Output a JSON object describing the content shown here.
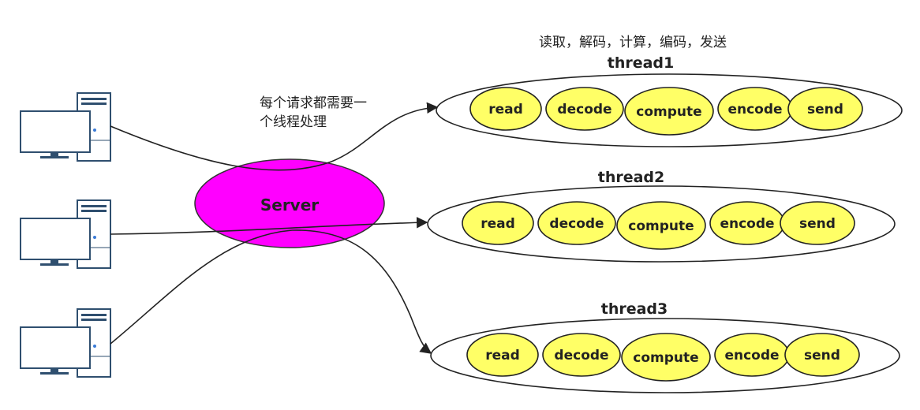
{
  "top_note": "读取，解码，计算，编码，发送",
  "request_note_line1": "每个请求都需要一",
  "request_note_line2": "个线程处理",
  "server": {
    "label": "Server",
    "fill": "#ff00ff"
  },
  "stage_fill": "#ffff66",
  "threads": [
    {
      "title": "thread1",
      "stages": [
        "read",
        "decode",
        "compute",
        "encode",
        "send"
      ]
    },
    {
      "title": "thread2",
      "stages": [
        "read",
        "decode",
        "compute",
        "encode",
        "send"
      ]
    },
    {
      "title": "thread3",
      "stages": [
        "read",
        "decode",
        "compute",
        "encode",
        "send"
      ]
    }
  ],
  "clients": [
    {
      "icon": "computer-icon"
    },
    {
      "icon": "computer-icon"
    },
    {
      "icon": "computer-icon"
    }
  ]
}
